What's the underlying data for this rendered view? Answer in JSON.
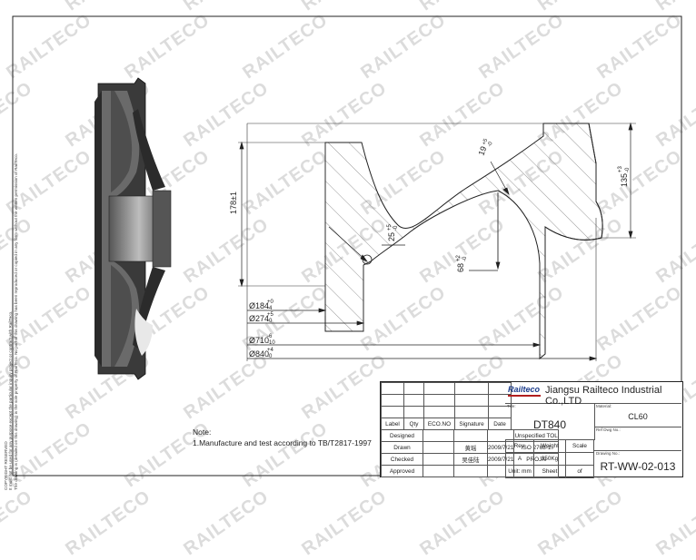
{
  "watermark": "RAILTECO",
  "copyright": [
    "COPYRIGHT RESERVED",
    "It must not be used for any purpose except the particular inquiry project or contract with RailTeco.",
    "The drawing is (detailed on this drawing) is the sole property of RailTeco. No part of this drawing has been reproduced or copied in any form without the written permission of RailTeco."
  ],
  "note": {
    "title": "Note:",
    "line1": "1.Manufacture and test according to TB/T2817-1997"
  },
  "dimensions": {
    "d184": "Ø184",
    "d184_tol_up": "+0",
    "d184_tol_dn": "-4",
    "d274": "Ø274",
    "d274_tol_up": "+5",
    "d274_tol_dn": "-0",
    "d710": "Ø710",
    "d710_tol_up": "-6",
    "d710_tol_dn": "-10",
    "d840": "Ø840",
    "d840_tol_up": "+4",
    "d840_tol_dn": "-0",
    "h178": "178±1",
    "t25": "25",
    "t25_tol_up": "+5",
    "t25_tol_dn": "-0",
    "t68": "68",
    "t68_tol_up": "+2",
    "t68_tol_dn": "-0",
    "t19": "19",
    "t19_tol_up": "+5",
    "t19_tol_dn": "-0",
    "t135": "135",
    "t135_tol_up": "+3",
    "t135_tol_dn": "-0"
  },
  "title_block": {
    "logo": "Railteco",
    "company": "Jiangsu Railteco Industrial Co.,LTD",
    "title_label": "Title:",
    "title": "DT840",
    "material_label": "Material:",
    "material": "CL60",
    "ref_label": "Ref Dwg No.:",
    "dwgno_label": "Drawing No.:",
    "drawing_no": "RT-WW-02-013",
    "headers": {
      "label": "Label",
      "qty": "Qty",
      "eco": "ECO.NO",
      "signature": "Signature",
      "date": "Date"
    },
    "rows": [
      {
        "label": "Designed",
        "sign": "",
        "date": "",
        "extra": "Unspecified TOL"
      },
      {
        "label": "Drawn",
        "sign": "黄瑶",
        "date": "2009/7/21",
        "extra": "ISO 2768-1"
      },
      {
        "label": "Checked",
        "sign": "吴佳陆",
        "date": "2009/7/21",
        "extra": "PROJN"
      },
      {
        "label": "Approved",
        "sign": "",
        "date": "",
        "extra": ""
      }
    ],
    "rev_headers": {
      "rev": "Rev.",
      "weight": "Weight",
      "scale": "Scale"
    },
    "rev": "A",
    "weight": "350Kg",
    "scale": "",
    "unit": "Unit: mm",
    "sheet": "Sheet",
    "of": "of"
  }
}
